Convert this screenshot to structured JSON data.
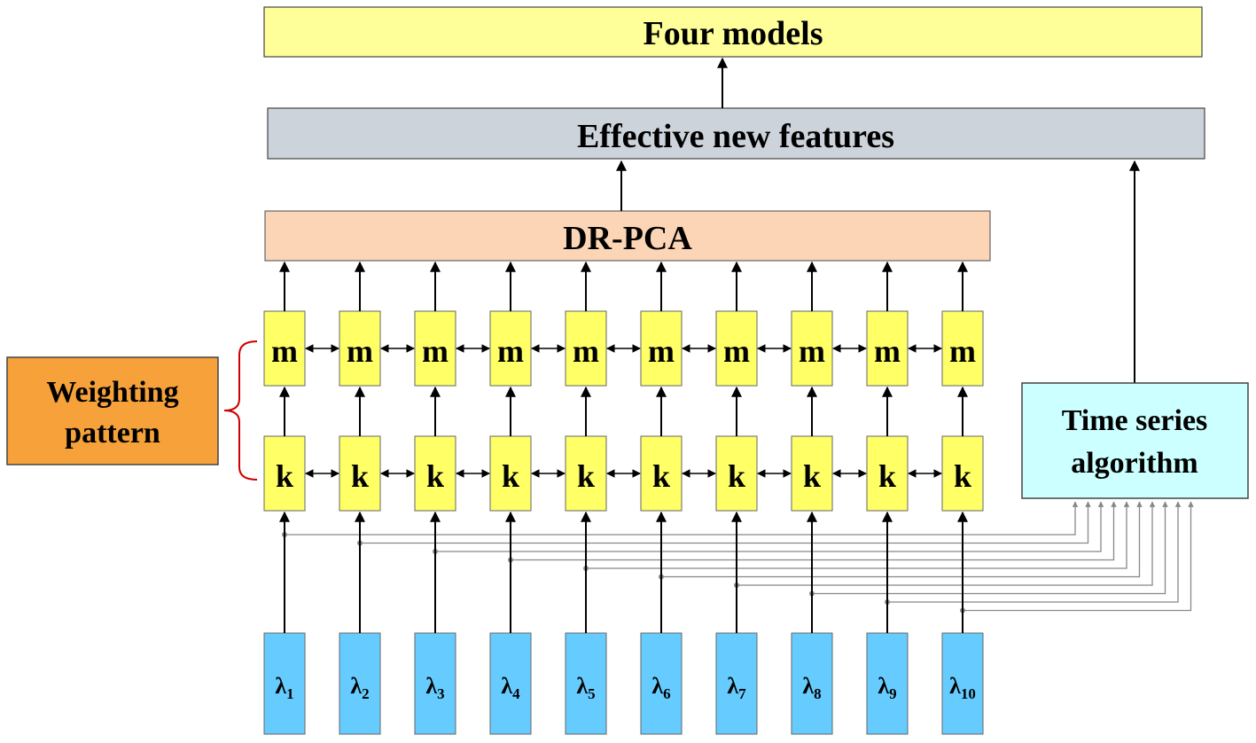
{
  "boxes": {
    "four_models": "Four models",
    "features": "Effective new features",
    "drpca": "DR-PCA",
    "weighting_line1": "Weighting",
    "weighting_line2": "pattern",
    "timeseries_line1": "Time series",
    "timeseries_line2": "algorithm"
  },
  "cells": {
    "m_label": "m",
    "k_label": "k",
    "lambda_symbol": "λ",
    "subscripts": [
      "1",
      "2",
      "3",
      "4",
      "5",
      "6",
      "7",
      "8",
      "9",
      "10"
    ]
  },
  "colors": {
    "four_models_fill": "#FFFF99",
    "features_fill": "#CCD3DA",
    "drpca_fill": "#FBD5B5",
    "weighting_fill": "#F6A13A",
    "timeseries_fill": "#CCFFFF",
    "cell_fill": "#FFFF66",
    "lambda_fill": "#66CCFF",
    "brace": "#CC0000",
    "gray_line": "#888888"
  }
}
